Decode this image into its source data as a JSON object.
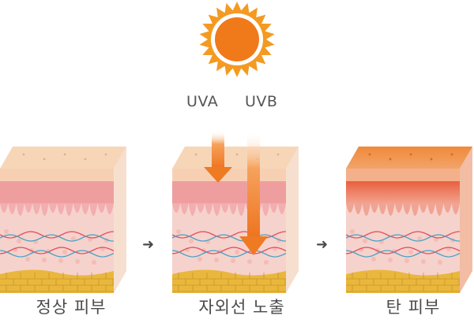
{
  "labels": {
    "uva": "UVA",
    "uvb": "UVB"
  },
  "panels": [
    {
      "caption": "정상 피부",
      "state": "normal"
    },
    {
      "caption": "자외선 노출",
      "state": "uv-exposure"
    },
    {
      "caption": "탄 피부",
      "state": "tanned"
    }
  ],
  "arrows": {
    "glyph": "➜"
  },
  "icons": {
    "sun": "sun-icon",
    "uva_ray": "uva-ray-arrow",
    "uvb_ray": "uvb-ray-arrow",
    "step_arrow": "right-arrow-icon"
  },
  "colors": {
    "sun": "#f07a1a",
    "sun_rays": "#f49a22",
    "uv_arrow": "#ee7a22",
    "epidermis_top": "#f7d6b8",
    "epidermis_tanned": "#ef8a48",
    "dermis_pink": "#ef9ea0",
    "dermis_light": "#f6d2cc",
    "fiber_red": "#e24f5e",
    "fiber_blue": "#4aa3c6",
    "fat_yellow": "#e9b73c",
    "step_arrow": "#4a4a4a"
  }
}
